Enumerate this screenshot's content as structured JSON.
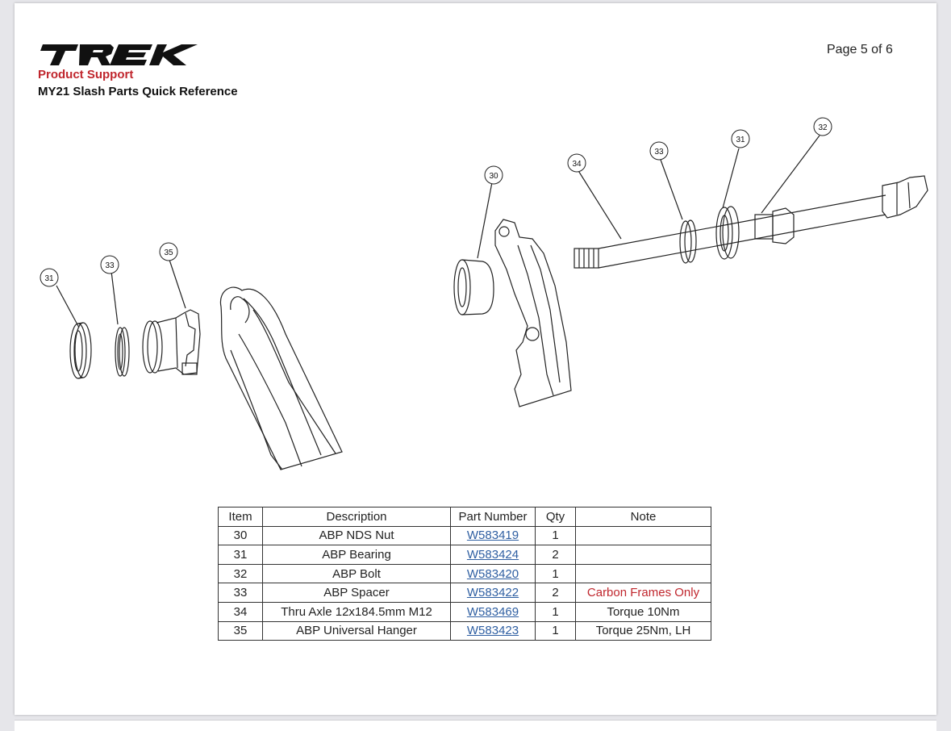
{
  "header": {
    "brand": "TREK",
    "product_support": "Product Support",
    "doc_title": "MY21 Slash Parts Quick Reference",
    "page_label": "Page 5 of 6"
  },
  "callouts": {
    "left": [
      "31",
      "33",
      "35"
    ],
    "right": [
      "30",
      "34",
      "33",
      "31",
      "32"
    ]
  },
  "table": {
    "headers": {
      "item": "Item",
      "description": "Description",
      "part_number": "Part Number",
      "qty": "Qty",
      "note": "Note"
    },
    "rows": [
      {
        "item": "30",
        "description": "ABP NDS Nut",
        "part_number": "W583419",
        "qty": "1",
        "note": ""
      },
      {
        "item": "31",
        "description": "ABP Bearing",
        "part_number": "W583424",
        "qty": "2",
        "note": ""
      },
      {
        "item": "32",
        "description": "ABP Bolt",
        "part_number": "W583420",
        "qty": "1",
        "note": ""
      },
      {
        "item": "33",
        "description": "ABP Spacer",
        "part_number": "W583422",
        "qty": "2",
        "note": "Carbon Frames Only"
      },
      {
        "item": "34",
        "description": "Thru Axle 12x184.5mm M12",
        "part_number": "W583469",
        "qty": "1",
        "note": "Torque 10Nm"
      },
      {
        "item": "35",
        "description": "ABP Universal Hanger",
        "part_number": "W583423",
        "qty": "1",
        "note": "Torque 25Nm, LH"
      }
    ]
  },
  "colors": {
    "brand_red": "#c0262d",
    "link_blue": "#2f5fa2"
  }
}
